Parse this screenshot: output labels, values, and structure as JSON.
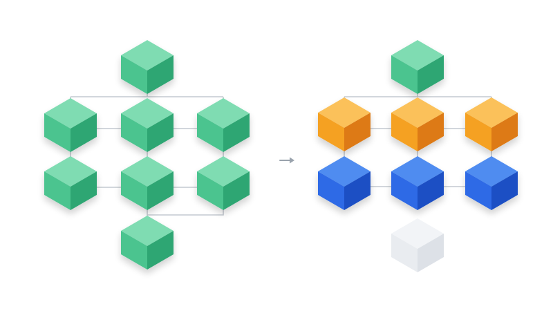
{
  "colors": {
    "background": "#ffffff",
    "connector": "#c3c9d0",
    "arrow": "#9aa3ad",
    "green": {
      "top": "#7fdcb2",
      "left": "#4cc48f",
      "right": "#2fa673"
    },
    "orange": {
      "top": "#fbc15a",
      "left": "#f5a123",
      "right": "#dd7a12"
    },
    "blue": {
      "top": "#4f8cf0",
      "left": "#2d6ae6",
      "right": "#1a4fc4"
    },
    "ghost": {
      "top": "#f2f4f7",
      "left": "#e9ecf0",
      "right": "#dde1e7"
    }
  },
  "left_diagram": {
    "root": {
      "color": "green"
    },
    "row1": [
      {
        "color": "green"
      },
      {
        "color": "green"
      },
      {
        "color": "green"
      }
    ],
    "row2": [
      {
        "color": "green"
      },
      {
        "color": "green"
      },
      {
        "color": "green"
      }
    ],
    "child": {
      "color": "green"
    }
  },
  "transition_icon": "arrow-right-icon",
  "right_diagram": {
    "root": {
      "color": "green"
    },
    "row1": [
      {
        "color": "orange"
      },
      {
        "color": "orange"
      },
      {
        "color": "orange"
      }
    ],
    "row2": [
      {
        "color": "blue"
      },
      {
        "color": "blue"
      },
      {
        "color": "blue"
      }
    ],
    "child": {
      "color": "ghost"
    }
  }
}
